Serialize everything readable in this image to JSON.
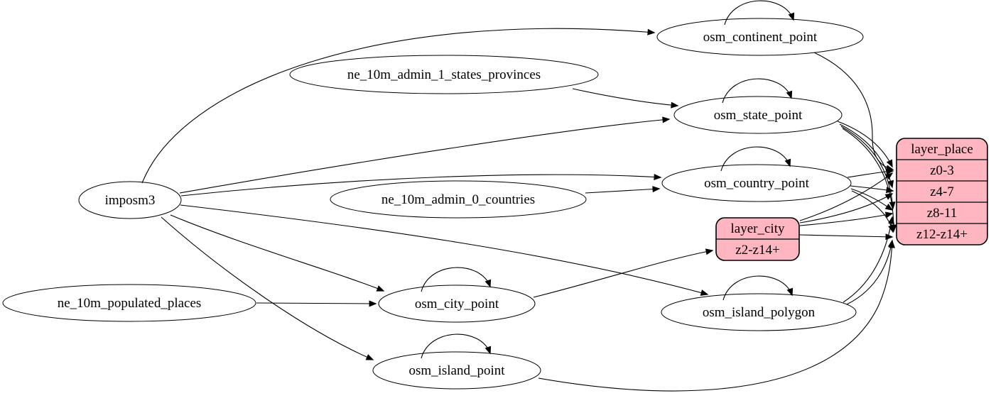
{
  "diagram": {
    "kind": "etl-dependency-graph",
    "colors": {
      "record_fill": "#ffb6c1",
      "ellipse_fill": "#ffffff",
      "stroke": "#000000",
      "background": "#ffffff"
    },
    "nodes": [
      {
        "id": "imposm3",
        "shape": "ellipse",
        "label": "imposm3"
      },
      {
        "id": "ne_10m_admin_1_states_provinces",
        "shape": "ellipse",
        "label": "ne_10m_admin_1_states_provinces"
      },
      {
        "id": "ne_10m_admin_0_countries",
        "shape": "ellipse",
        "label": "ne_10m_admin_0_countries"
      },
      {
        "id": "ne_10m_populated_places",
        "shape": "ellipse",
        "label": "ne_10m_populated_places"
      },
      {
        "id": "osm_continent_point",
        "shape": "ellipse",
        "label": "osm_continent_point"
      },
      {
        "id": "osm_state_point",
        "shape": "ellipse",
        "label": "osm_state_point"
      },
      {
        "id": "osm_country_point",
        "shape": "ellipse",
        "label": "osm_country_point"
      },
      {
        "id": "osm_city_point",
        "shape": "ellipse",
        "label": "osm_city_point"
      },
      {
        "id": "osm_island_polygon",
        "shape": "ellipse",
        "label": "osm_island_polygon"
      },
      {
        "id": "osm_island_point",
        "shape": "ellipse",
        "label": "osm_island_point"
      },
      {
        "id": "layer_city",
        "shape": "record",
        "label": "layer_city",
        "rows": [
          "z2-z14+"
        ]
      },
      {
        "id": "layer_place",
        "shape": "record",
        "label": "layer_place",
        "rows": [
          "z0-3",
          "z4-7",
          "z8-11",
          "z12-z14+"
        ]
      }
    ],
    "edges": [
      {
        "from": "imposm3",
        "to": "osm_continent_point"
      },
      {
        "from": "imposm3",
        "to": "osm_state_point"
      },
      {
        "from": "imposm3",
        "to": "osm_country_point"
      },
      {
        "from": "imposm3",
        "to": "osm_city_point"
      },
      {
        "from": "imposm3",
        "to": "osm_island_point"
      },
      {
        "from": "imposm3",
        "to": "osm_island_polygon"
      },
      {
        "from": "ne_10m_admin_1_states_provinces",
        "to": "osm_state_point"
      },
      {
        "from": "ne_10m_admin_0_countries",
        "to": "osm_country_point"
      },
      {
        "from": "ne_10m_populated_places",
        "to": "osm_city_point"
      },
      {
        "from": "osm_continent_point",
        "to": "osm_continent_point"
      },
      {
        "from": "osm_state_point",
        "to": "osm_state_point"
      },
      {
        "from": "osm_country_point",
        "to": "osm_country_point"
      },
      {
        "from": "osm_city_point",
        "to": "osm_city_point"
      },
      {
        "from": "osm_island_polygon",
        "to": "osm_island_polygon"
      },
      {
        "from": "osm_island_point",
        "to": "osm_island_point"
      },
      {
        "from": "osm_city_point",
        "to": "layer_city",
        "port": "z2-z14+"
      },
      {
        "from": "osm_continent_point",
        "to": "layer_place",
        "port": "z0-3"
      },
      {
        "from": "osm_state_point",
        "to": "layer_place",
        "port": "z0-3"
      },
      {
        "from": "osm_country_point",
        "to": "layer_place",
        "port": "z0-3"
      },
      {
        "from": "layer_city",
        "to": "layer_place",
        "port": "z0-3"
      },
      {
        "from": "osm_state_point",
        "to": "layer_place",
        "port": "z4-7"
      },
      {
        "from": "osm_country_point",
        "to": "layer_place",
        "port": "z4-7"
      },
      {
        "from": "layer_city",
        "to": "layer_place",
        "port": "z4-7"
      },
      {
        "from": "osm_state_point",
        "to": "layer_place",
        "port": "z8-11"
      },
      {
        "from": "osm_country_point",
        "to": "layer_place",
        "port": "z8-11"
      },
      {
        "from": "osm_island_polygon",
        "to": "layer_place",
        "port": "z8-11"
      },
      {
        "from": "layer_city",
        "to": "layer_place",
        "port": "z8-11"
      },
      {
        "from": "osm_state_point",
        "to": "layer_place",
        "port": "z12-z14+"
      },
      {
        "from": "osm_country_point",
        "to": "layer_place",
        "port": "z12-z14+"
      },
      {
        "from": "osm_island_polygon",
        "to": "layer_place",
        "port": "z12-z14+"
      },
      {
        "from": "osm_island_point",
        "to": "layer_place",
        "port": "z12-z14+"
      },
      {
        "from": "layer_city",
        "to": "layer_place",
        "port": "z12-z14+"
      }
    ]
  }
}
